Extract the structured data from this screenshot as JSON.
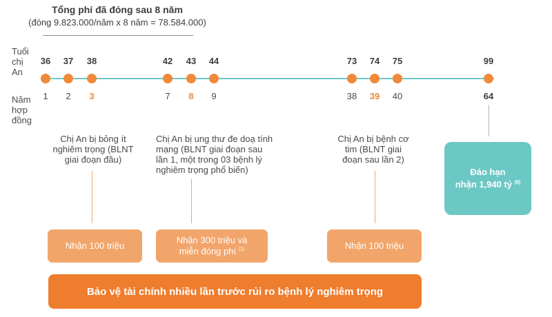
{
  "header": {
    "title": "Tổng phí đã đóng sau 8 năm",
    "subtitle": "(đóng 9.823.000/năm x 8 năm = 78.584.000)"
  },
  "labels": {
    "age_row": [
      "Tuổi",
      "chị",
      "An"
    ],
    "year_row": [
      "Năm",
      "hợp",
      "đồng"
    ]
  },
  "timeline": {
    "ages": [
      "36",
      "37",
      "38",
      "42",
      "43",
      "44",
      "73",
      "74",
      "75",
      "99"
    ],
    "years": [
      "1",
      "2",
      "3",
      "7",
      "8",
      "9",
      "38",
      "39",
      "40",
      "64"
    ]
  },
  "events": {
    "e1": {
      "lines": [
        "Chị An bị bỏng ít",
        "nghiêm trọng (BLNT",
        "giai đoạn đầu)"
      ],
      "payout": "Nhận 100 triệu"
    },
    "e2": {
      "lines": [
        "Chị An bị ung thư đe doạ tính",
        "mạng (BLNT giai đoạn sau",
        "lần 1, một trong 03 bệnh lý",
        "nghiêm trọng phổ biến)"
      ],
      "payout_line1": "Nhận 300 triệu và",
      "payout_line2": "miễn đóng phí",
      "payout_sup": "(2)"
    },
    "e3": {
      "lines": [
        "Chị An bị bệnh cơ",
        "tim (BLNT giai",
        "đoạn sau lần 2)"
      ],
      "payout": "Nhận 100 triệu"
    }
  },
  "maturity": {
    "line1": "Đáo hạn",
    "line2": "nhận 1,940 tỷ",
    "sup": "(8)"
  },
  "banner": {
    "text": "Bảo vệ tài chính nhiều lần trước rủi ro bệnh lý nghiêm trọng"
  },
  "colors": {
    "orange": "#f08a3a",
    "teal": "#6cc8c5",
    "payout_box": "#f2a56a",
    "banner": "#ef7d2e"
  }
}
